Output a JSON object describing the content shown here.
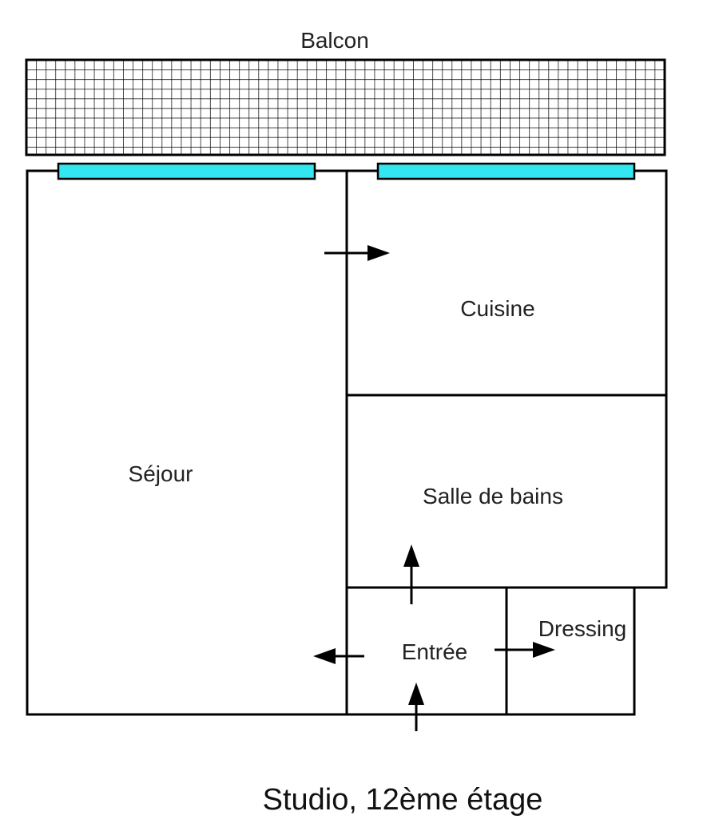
{
  "labels": {
    "balcon": "Balcon",
    "cuisine": "Cuisine",
    "sejour": "Séjour",
    "salle_de_bains": "Salle de bains",
    "entree": "Entrée",
    "dressing": "Dressing"
  },
  "caption": "Studio, 12ème étage",
  "colors": {
    "wall": "#000000",
    "window": "#33e6f0",
    "balcony_grid": "#000000",
    "background": "#ffffff"
  }
}
